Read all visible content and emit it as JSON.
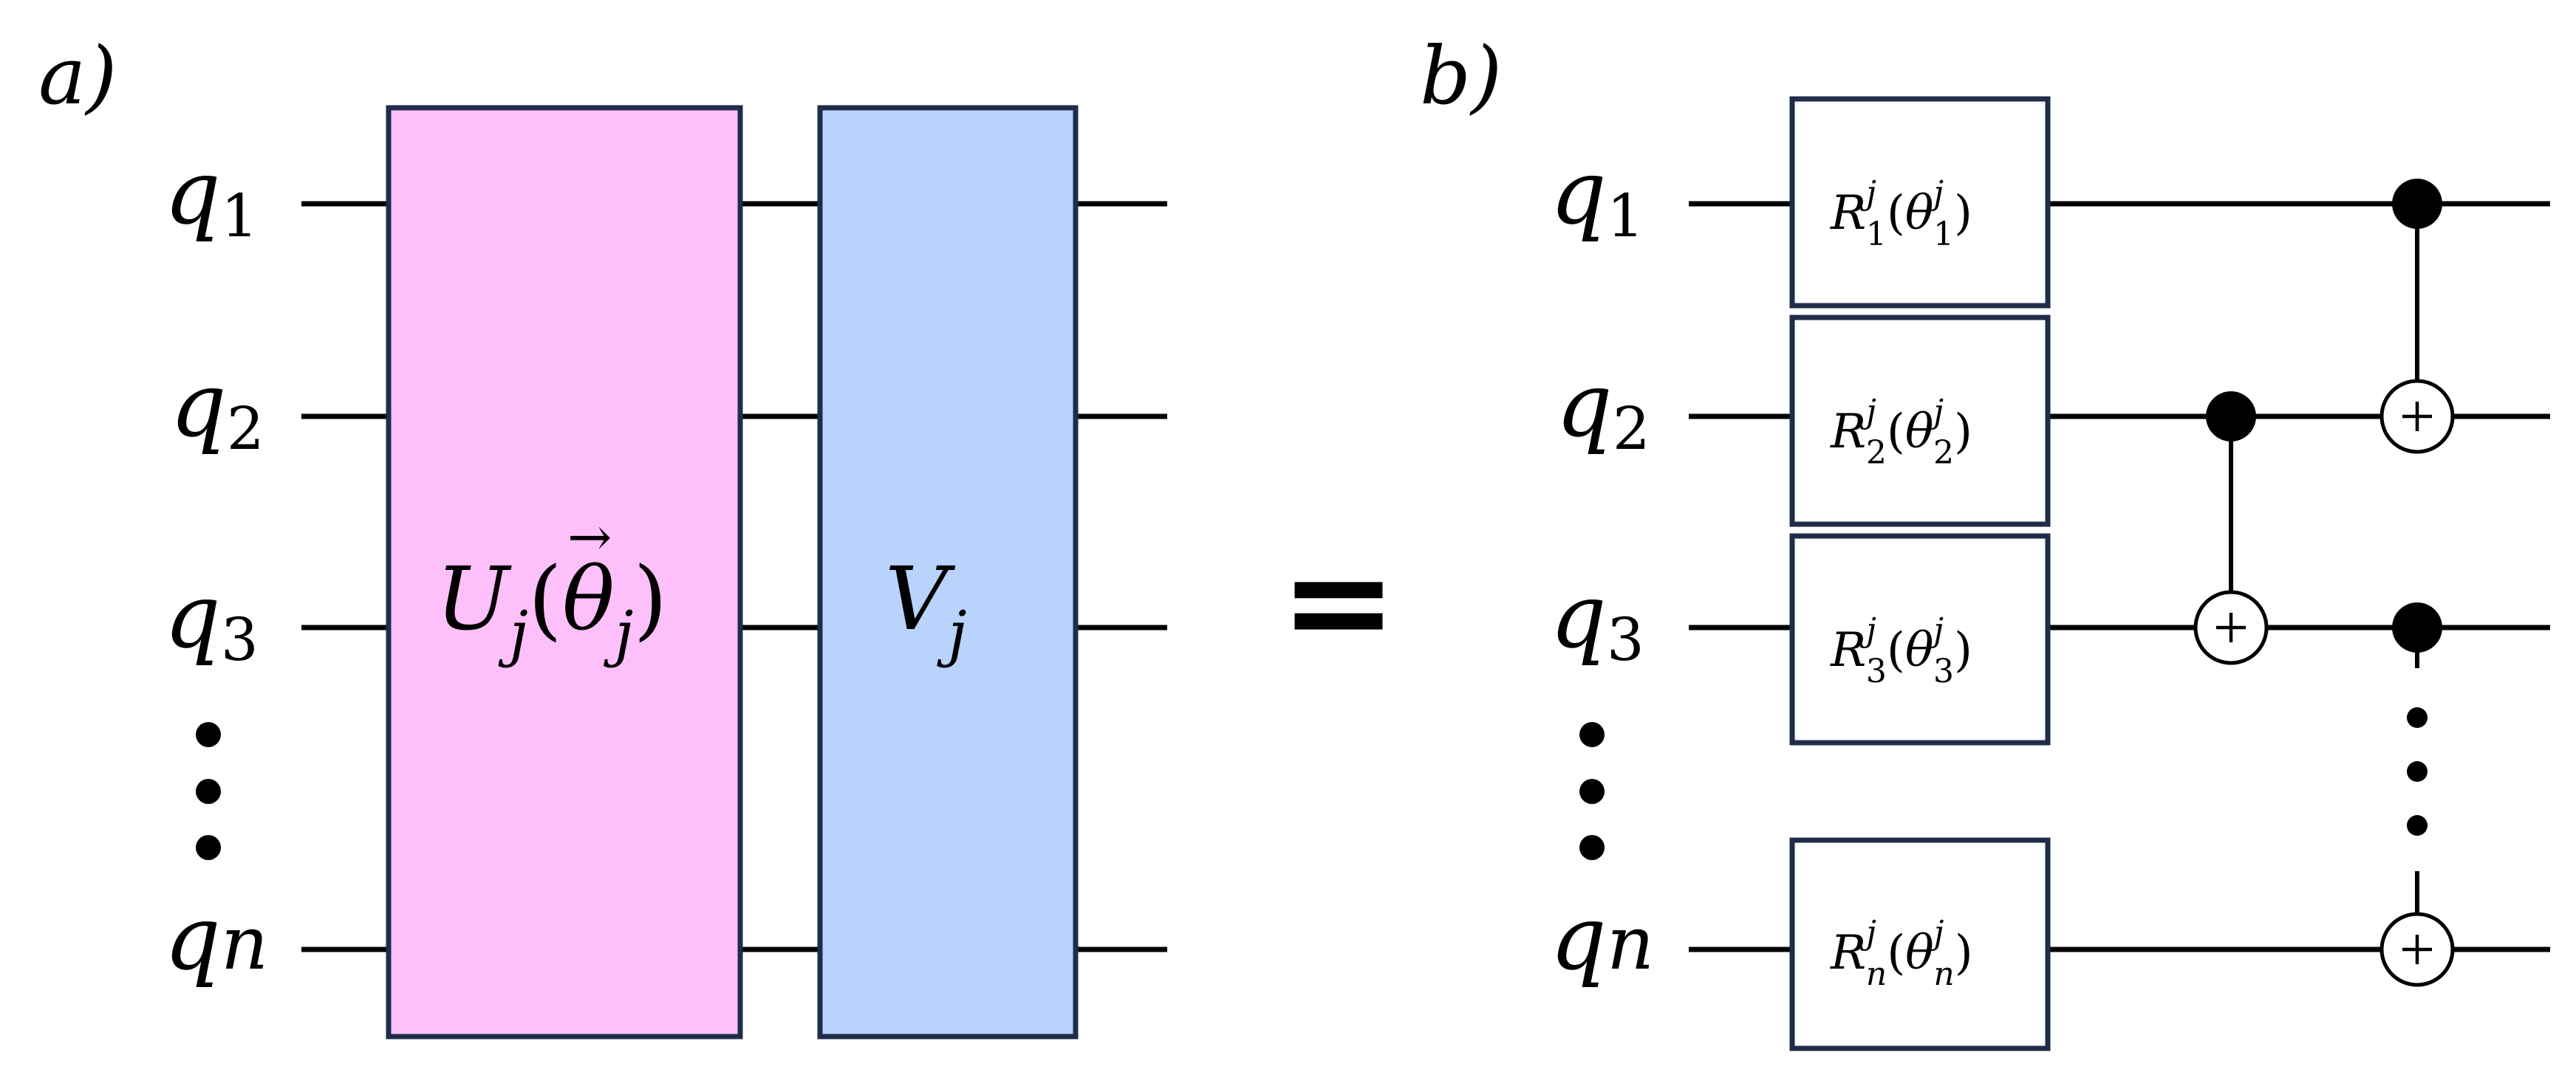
{
  "panel_a": {
    "label": "a)",
    "qubits": [
      {
        "base": "q",
        "sub": "1"
      },
      {
        "base": "q",
        "sub": "2"
      },
      {
        "base": "q",
        "sub": "3"
      },
      {
        "base": "q",
        "sub": "n"
      }
    ],
    "gate_u": {
      "main": "U",
      "sub": "j",
      "paren_open": "(",
      "theta": "θ",
      "theta_sub": "j",
      "paren_close": ")",
      "arrow": "→",
      "color": "#fec0fa"
    },
    "gate_v": {
      "main": "V",
      "sub": "j",
      "color": "#b9d3fc"
    }
  },
  "equals": "=",
  "panel_b": {
    "label": "b)",
    "qubits": [
      {
        "base": "q",
        "sub": "1"
      },
      {
        "base": "q",
        "sub": "2"
      },
      {
        "base": "q",
        "sub": "3"
      },
      {
        "base": "q",
        "sub": "n"
      }
    ],
    "rotation_gates": [
      {
        "r": "R",
        "sup": "j",
        "sub": "1",
        "open": "(",
        "theta": "θ",
        "tsup": "j",
        "tsub": "1",
        "close": ")"
      },
      {
        "r": "R",
        "sup": "j",
        "sub": "2",
        "open": "(",
        "theta": "θ",
        "tsup": "j",
        "tsub": "2",
        "close": ")"
      },
      {
        "r": "R",
        "sup": "j",
        "sub": "3",
        "open": "(",
        "theta": "θ",
        "tsup": "j",
        "tsub": "3",
        "close": ")"
      },
      {
        "r": "R",
        "sup": "j",
        "sub": "n",
        "open": "(",
        "theta": "θ",
        "tsup": "j",
        "tsub": "n",
        "close": ")"
      }
    ],
    "gate_box_color": "#1f2d4a"
  }
}
